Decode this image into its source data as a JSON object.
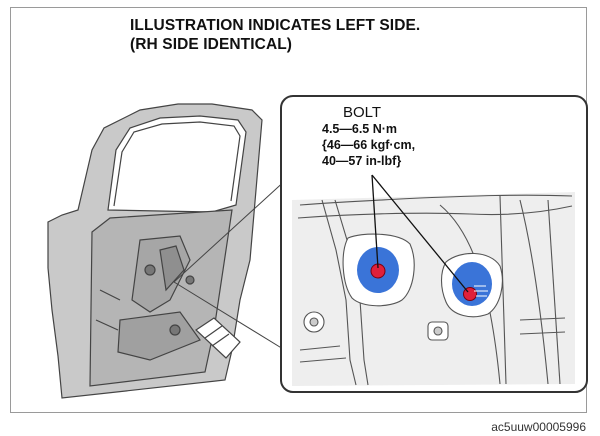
{
  "title": {
    "line1": "ILLUSTRATION INDICATES LEFT SIDE.",
    "line2": "(RH SIDE IDENTICAL)"
  },
  "callout": {
    "label": "BOLT",
    "torque_nm": "4.5—6.5 N·m",
    "torque_kgf": "{46—66 kgf·cm,",
    "torque_inlbf": "40—57 in-lbf}"
  },
  "code": "ac5uuw00005996",
  "colors": {
    "bolt_marker": "#e0203a",
    "bolt_highlight": "#3a74d8",
    "line": "#444444"
  }
}
